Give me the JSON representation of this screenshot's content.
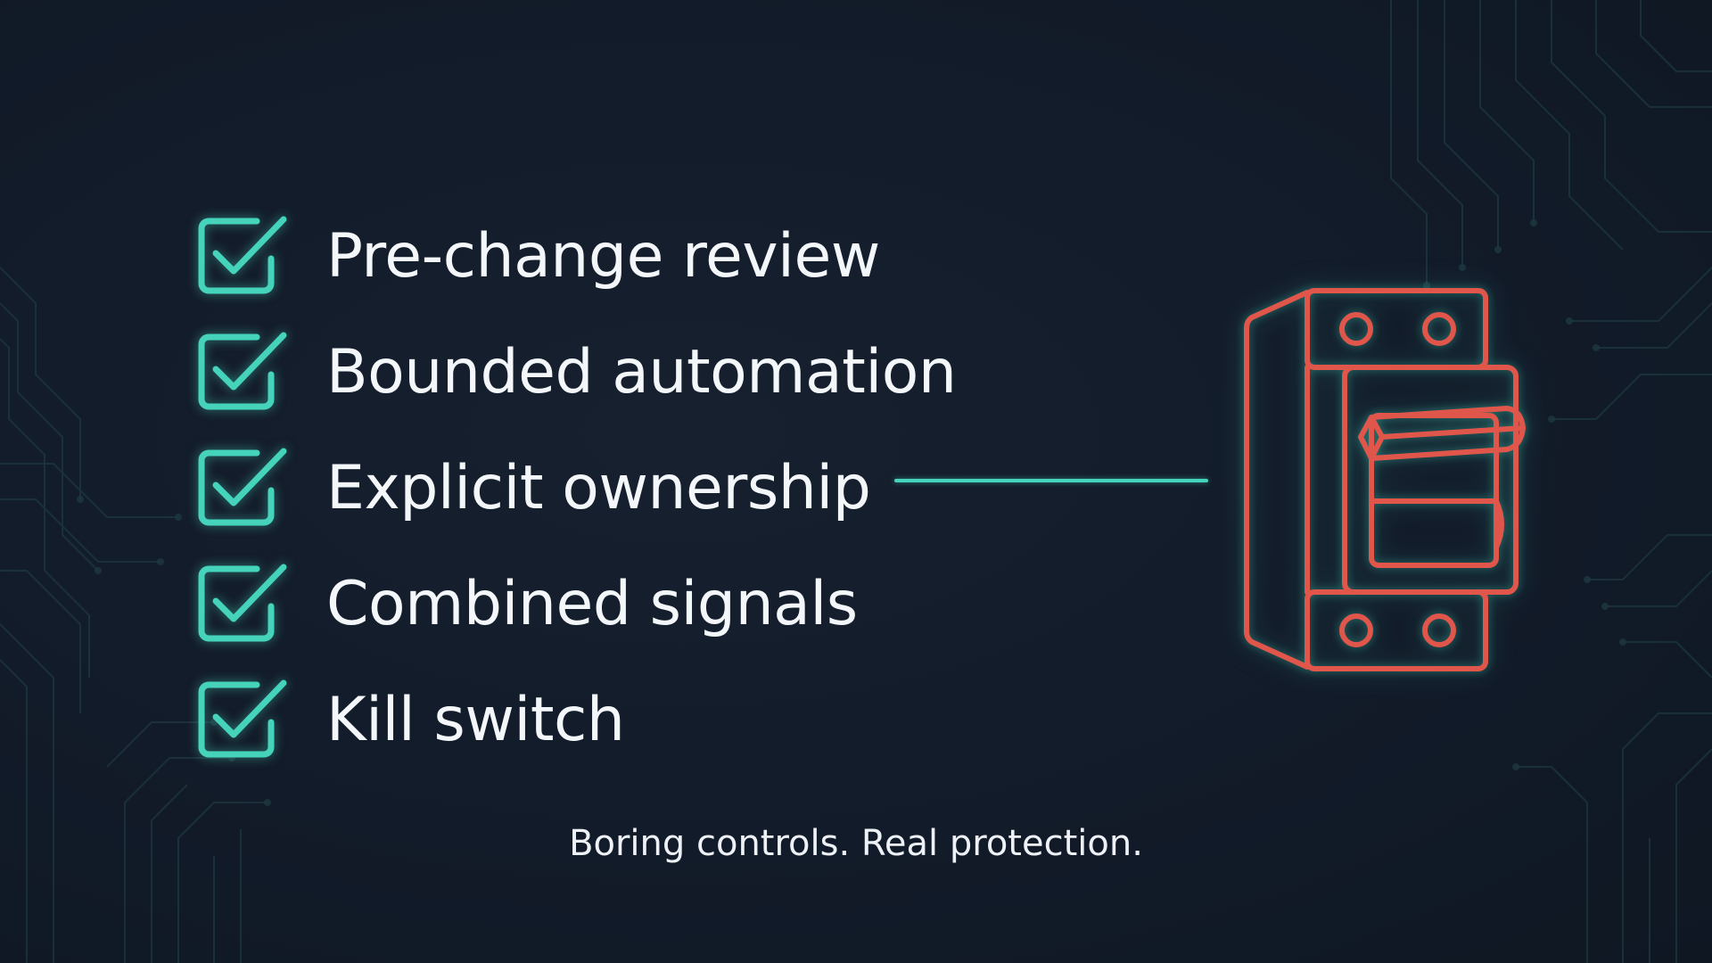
{
  "checklist": {
    "items": [
      {
        "label": "Pre-change review",
        "icon": "check-box-icon"
      },
      {
        "label": "Bounded automation",
        "icon": "check-box-icon"
      },
      {
        "label": "Explicit ownership",
        "icon": "check-box-icon"
      },
      {
        "label": "Combined signals",
        "icon": "check-box-icon"
      },
      {
        "label": "Kill switch",
        "icon": "check-box-icon"
      }
    ]
  },
  "illustration": {
    "icon": "circuit-breaker-icon"
  },
  "tagline": "Boring controls. Real protection.",
  "colors": {
    "background": "#121b29",
    "accent_teal": "#45d4bb",
    "breaker_red": "#e0564b",
    "text": "#f4f7fa"
  }
}
